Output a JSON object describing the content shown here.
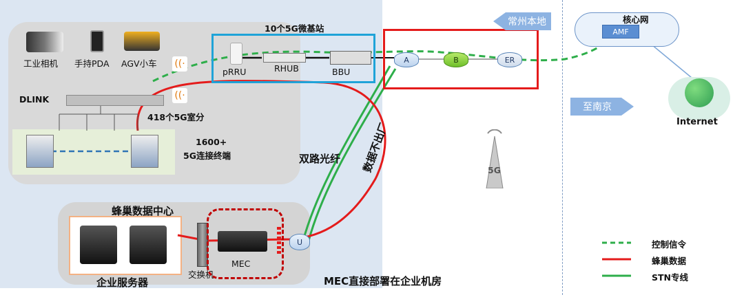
{
  "labels": {
    "base_station_title": "10个5G微基站",
    "prru": "pRRU",
    "rhub": "RHUB",
    "bbu": "BBU",
    "industrial_camera": "工业相机",
    "handheld_pda": "手持PDA",
    "agv": "AGV小车",
    "dlink": "DLINK",
    "indoor_cells": "418个5G室分",
    "terminals_line1": "1600+",
    "terminals_line2": "5G连接终端",
    "dual_fiber": "双路光纤",
    "data_not_leaving": "数据不出厂",
    "data_center": "蜂巢数据中心",
    "enterprise_servers": "企业服务器",
    "switch": "交换机",
    "mec": "MEC",
    "mec_deploy_note": "MEC直接部署在企业机房",
    "node_a": "A",
    "node_b": "B",
    "node_er": "ER",
    "node_u": "U",
    "changzhou_local": "常州本地",
    "to_nanjing": "至南京",
    "core_network": "核心网",
    "amf": "AMF",
    "internet": "Internet",
    "tower_5g": "5G"
  },
  "legend": [
    {
      "label": "控制信令",
      "color": "#2eae4a",
      "style": "dashed"
    },
    {
      "label": "蜂巢数据",
      "color": "#e41b1b",
      "style": "solid"
    },
    {
      "label": "STN专线",
      "color": "#2eae4a",
      "style": "solid"
    }
  ],
  "colors": {
    "control": "#2eae4a",
    "data": "#e41b1b",
    "stn": "#2eae4a",
    "bs_box": "#1fa3d8",
    "core_box": "#e41b1b"
  }
}
